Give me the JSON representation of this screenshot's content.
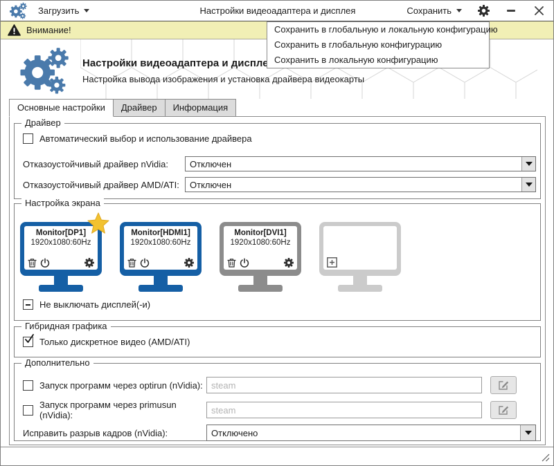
{
  "titlebar": {
    "load_label": "Загрузить",
    "title": "Настройки видеоадаптера и дисплея",
    "save_label": "Сохранить"
  },
  "warning": {
    "text": "Внимание!"
  },
  "save_menu": {
    "items": [
      "Сохранить в глобальную и локальную конфигурацию",
      "Сохранить в глобальную конфигурацию",
      "Сохранить в локальную конфигурацию"
    ]
  },
  "header": {
    "title": "Настройки видеоадаптера и дисплея",
    "subtitle": "Настройка вывода изображения и установка драйвера видеокарты"
  },
  "tabs": [
    {
      "label": "Основные настройки",
      "active": true
    },
    {
      "label": "Драйвер",
      "active": false
    },
    {
      "label": "Информация",
      "active": false
    }
  ],
  "driver_group": {
    "title": "Драйвер",
    "auto_label": "Автоматический выбор и использование драйвера",
    "auto_checked": false,
    "nvidia_label": "Отказоустойчивый драйвер nVidia:",
    "nvidia_value": "Отключен",
    "amd_label": "Отказоустойчивый драйвер AMD/ATI:",
    "amd_value": "Отключен"
  },
  "screen_group": {
    "title": "Настройка экрана",
    "monitors": [
      {
        "name": "Monitor[DP1]",
        "resolution": "1920x1080:60Hz",
        "state": "primary"
      },
      {
        "name": "Monitor[HDMI1]",
        "resolution": "1920x1080:60Hz",
        "state": "active"
      },
      {
        "name": "Monitor[DVI1]",
        "resolution": "1920x1080:60Hz",
        "state": "inactive"
      },
      {
        "name": "",
        "resolution": "",
        "state": "empty"
      }
    ],
    "keep_on_label": "Не выключать дисплей(-и)",
    "keep_on_state": "indeterminate"
  },
  "hybrid_group": {
    "title": "Гибридная графика",
    "discrete_label": "Только дискретное видео (AMD/ATI)",
    "discrete_checked": true
  },
  "extra_group": {
    "title": "Дополнительно",
    "optirun_label": "Запуск программ через optirun (nVidia):",
    "optirun_checked": false,
    "optirun_placeholder": "steam",
    "optirun_value": "",
    "primusun_label": "Запуск программ через primusun (nVidia):",
    "primusun_checked": false,
    "primusun_placeholder": "steam",
    "primusun_value": "",
    "tearing_label": "Исправить разрыв кадров (nVidia):",
    "tearing_value": "Отключено"
  },
  "icons": {
    "logo": "gears-icon",
    "warning": "warning-triangle-icon",
    "star": "primary-star-icon",
    "trash": "trash-icon",
    "power": "power-icon",
    "gear": "gear-icon",
    "add": "add-monitor-icon",
    "edit": "edit-pencil-icon",
    "grip": "resize-grip-icon"
  },
  "colors": {
    "accent_blue": "#155fa5",
    "logo_blue": "#4a7aab",
    "warning_bg": "#f1efb5",
    "star_gold": "#f2c230",
    "inactive_gray": "#8c8c8c",
    "empty_gray": "#cbcbcb"
  }
}
